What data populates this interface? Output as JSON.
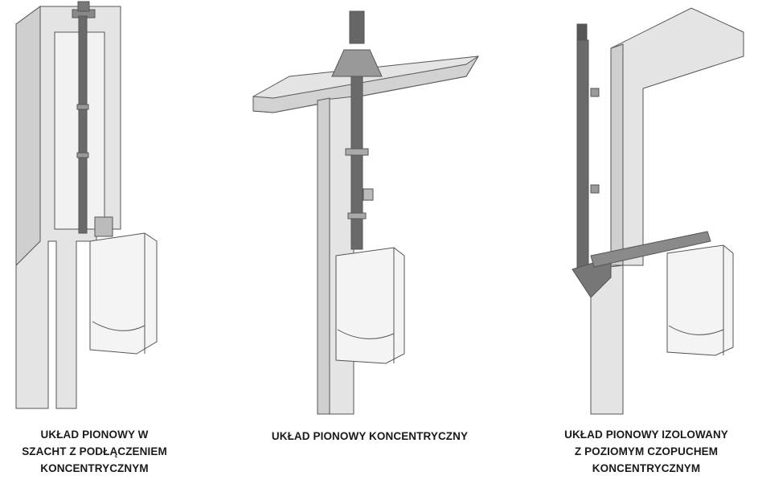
{
  "figures": [
    {
      "caption_lines": [
        "UKŁAD PIONOWY W",
        "SZACHT Z PODŁĄCZENIEM",
        "KONCENTRYCZNYM"
      ]
    },
    {
      "caption_lines": [
        "UKŁAD PIONOWY KONCENTRYCZNY"
      ]
    },
    {
      "caption_lines": [
        "UKŁAD PIONOWY IZOLOWANY",
        "Z POZIOMYM CZOPUCHEM",
        "KONCENTRYCZNYM"
      ]
    }
  ],
  "colors": {
    "wall": "#e4e4e4",
    "wall_side": "#c9c9c9",
    "edge": "#555555",
    "pipe": "#6a6a6a",
    "boiler": "#f4f4f4"
  }
}
